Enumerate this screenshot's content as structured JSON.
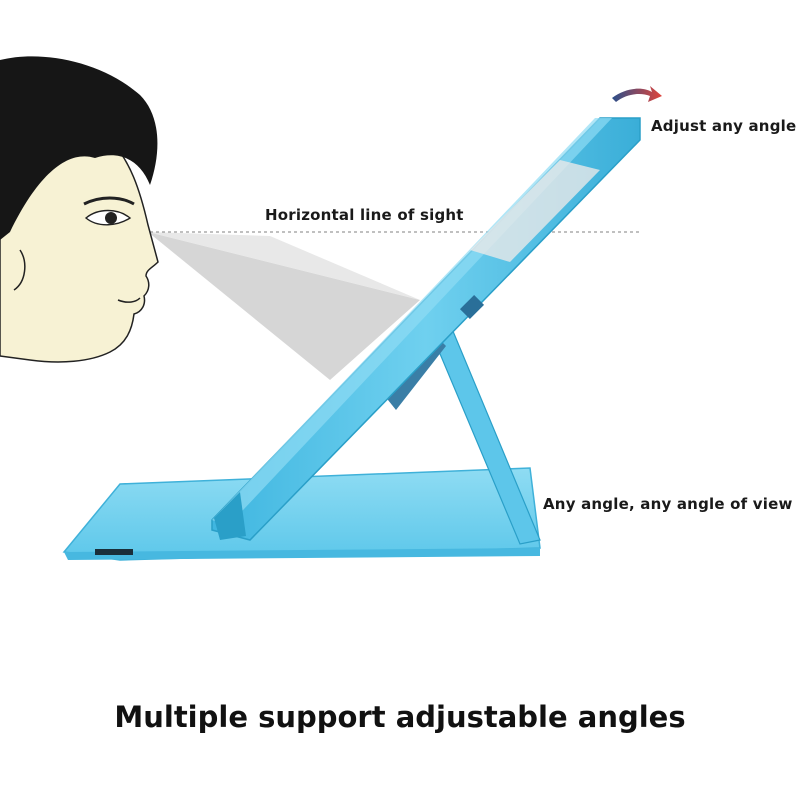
{
  "labels": {
    "line_of_sight": "Horizontal line of sight",
    "adjust_angle": "Adjust any angle",
    "view_angle": "Any angle, any angle of view"
  },
  "headline": "Multiple support adjustable angles",
  "colors": {
    "case_blue": "#4fc3e6",
    "case_blue_dark": "#2a9fc8",
    "skin": "#f7f2d4",
    "hair": "#161616",
    "arrow": "#c0392b"
  }
}
